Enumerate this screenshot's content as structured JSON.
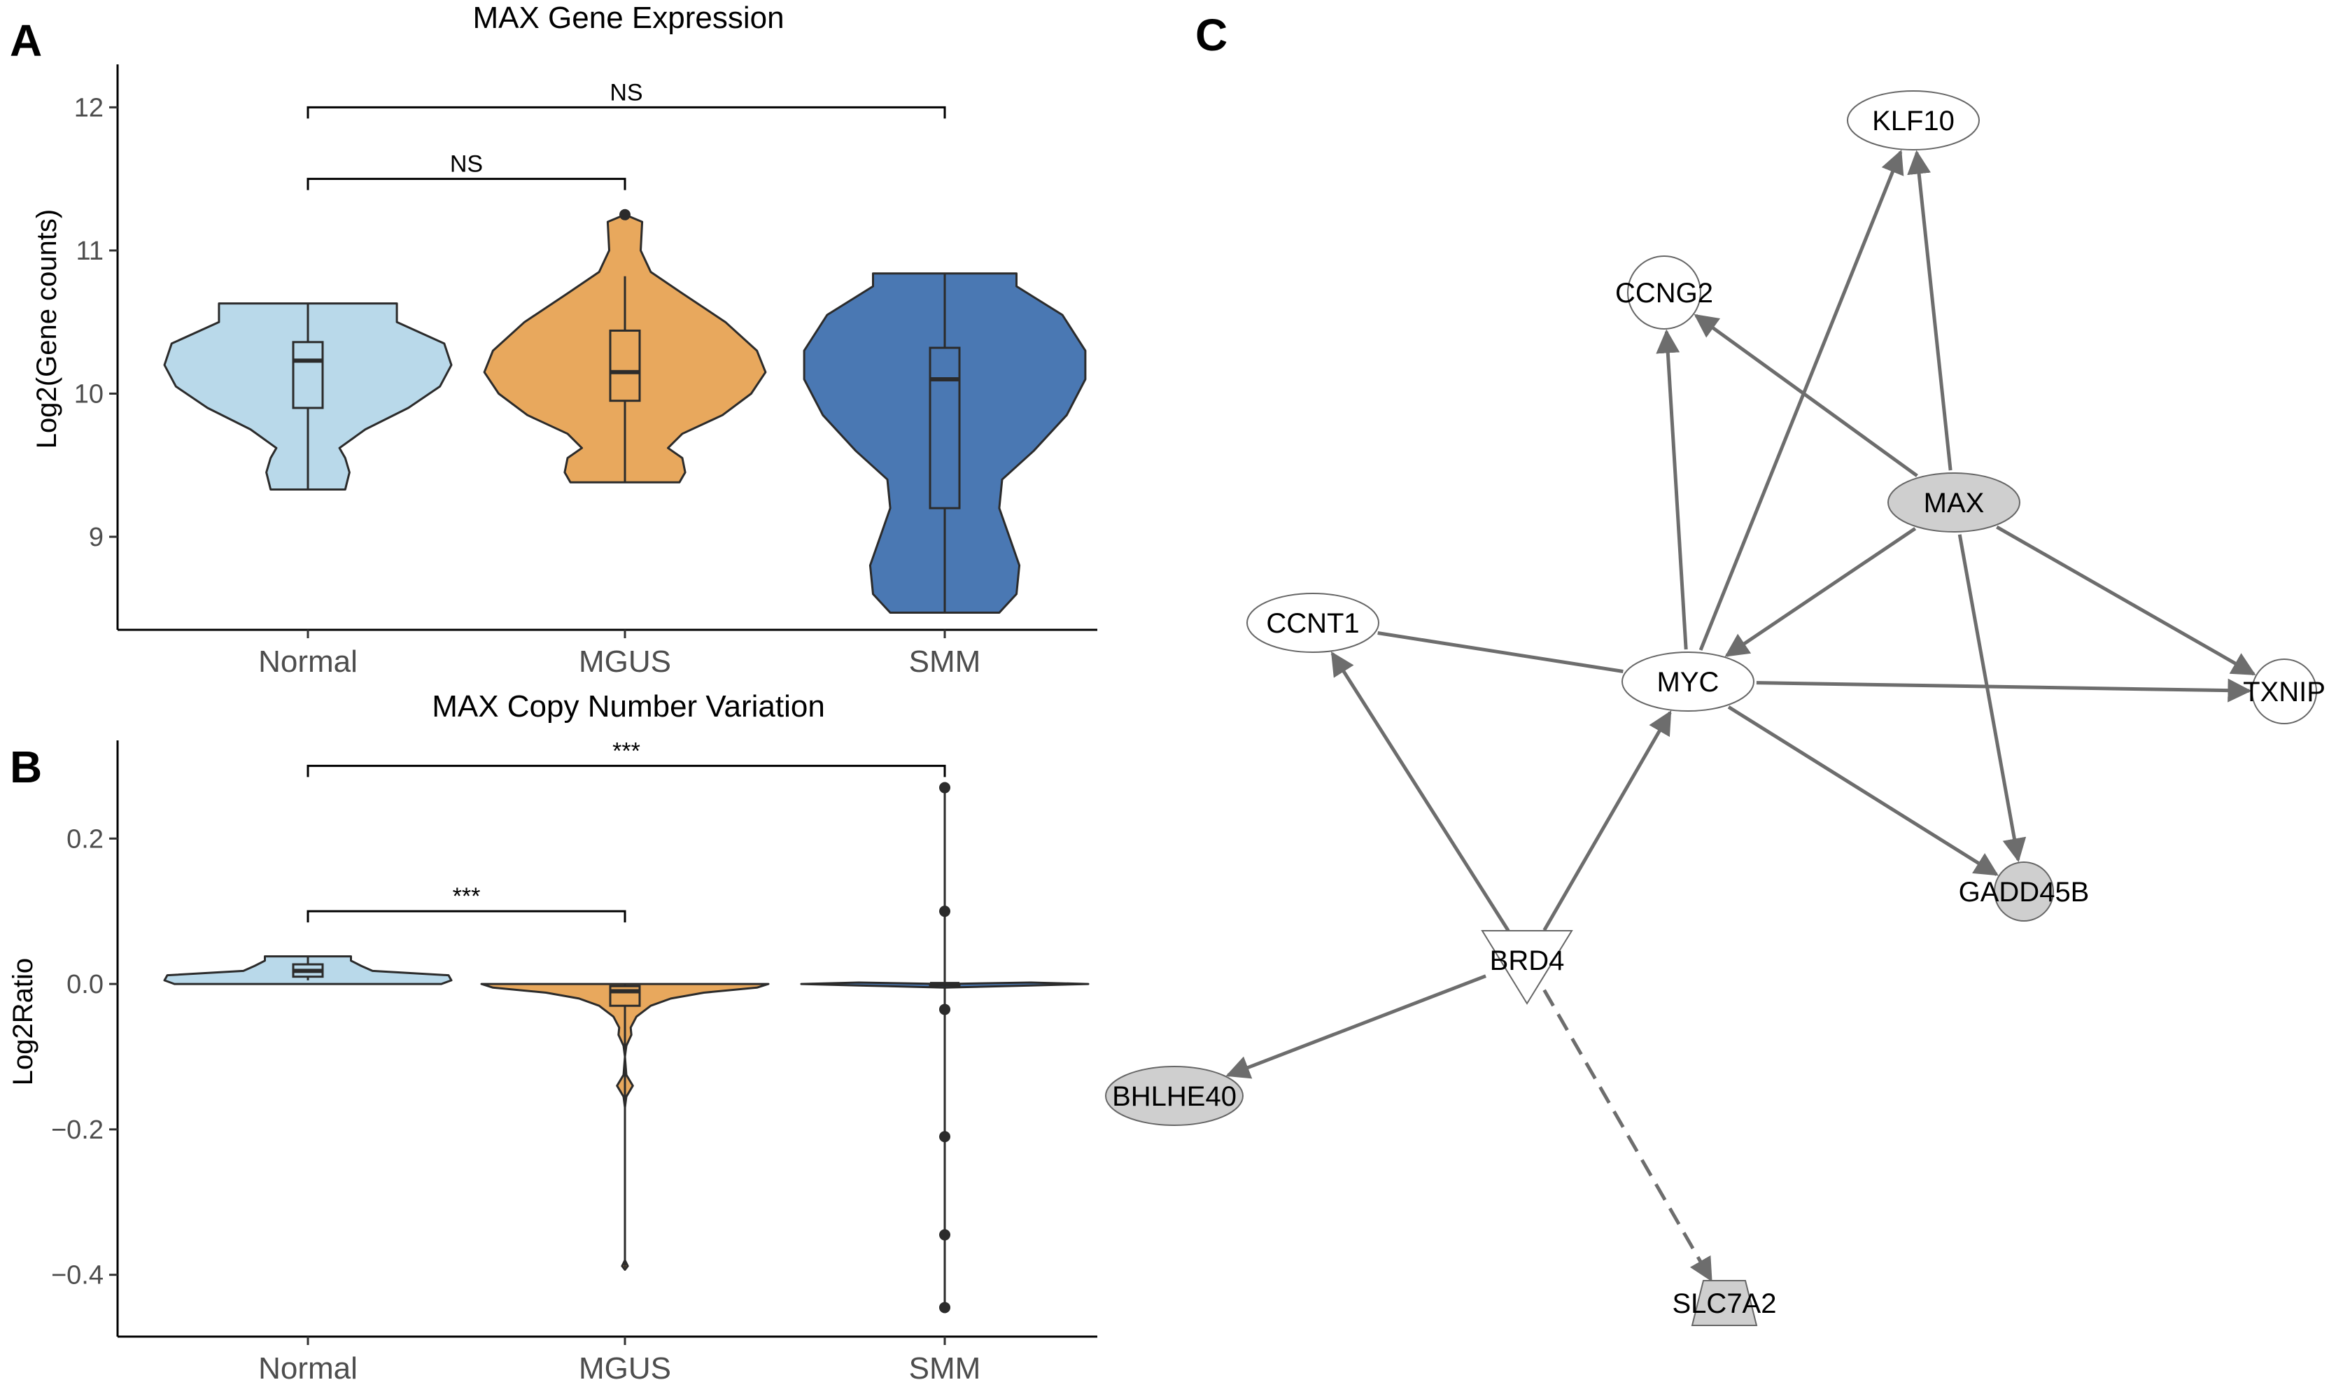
{
  "panels": {
    "a": "A",
    "b": "B",
    "c": "C"
  },
  "colors": {
    "normal": "#b9d9ea",
    "mgus": "#e8a85d",
    "smm": "#4a78b3",
    "edge": "#6d6d6d",
    "node_gray": "#cfcfcf"
  },
  "chart_data": [
    {
      "type": "violin",
      "title": "MAX Gene Expression",
      "ylabel": "Log2(Gene counts)",
      "xlabel": "",
      "categories": [
        "Normal",
        "MGUS",
        "SMM"
      ],
      "ylim": [
        8.35,
        12.3
      ],
      "yticks": [
        "9",
        "10",
        "11",
        "12"
      ],
      "ytick_values": [
        9,
        10,
        11,
        12
      ],
      "series": [
        {
          "category": "Normal",
          "min": 9.33,
          "q1": 9.9,
          "median": 10.23,
          "q3": 10.36,
          "max": 10.63,
          "density": [
            [
              9.33,
              0.26
            ],
            [
              9.45,
              0.29
            ],
            [
              9.55,
              0.26
            ],
            [
              9.62,
              0.22
            ],
            [
              9.75,
              0.4
            ],
            [
              9.9,
              0.7
            ],
            [
              10.05,
              0.92
            ],
            [
              10.2,
              1.0
            ],
            [
              10.35,
              0.95
            ],
            [
              10.5,
              0.62
            ],
            [
              10.63,
              0.62
            ]
          ],
          "outliers": []
        },
        {
          "category": "MGUS",
          "min": 9.38,
          "q1": 9.95,
          "median": 10.15,
          "q3": 10.44,
          "max": 10.82,
          "density": [
            [
              9.38,
              0.38
            ],
            [
              9.45,
              0.42
            ],
            [
              9.55,
              0.4
            ],
            [
              9.62,
              0.3
            ],
            [
              9.72,
              0.4
            ],
            [
              9.85,
              0.68
            ],
            [
              10.0,
              0.88
            ],
            [
              10.15,
              0.98
            ],
            [
              10.3,
              0.92
            ],
            [
              10.5,
              0.7
            ],
            [
              10.7,
              0.4
            ],
            [
              10.85,
              0.18
            ],
            [
              11.0,
              0.11
            ],
            [
              11.2,
              0.12
            ],
            [
              11.25,
              0.0
            ]
          ],
          "outliers": [
            11.25
          ]
        },
        {
          "category": "SMM",
          "min": 8.47,
          "q1": 9.2,
          "median": 10.1,
          "q3": 10.32,
          "max": 10.84,
          "density": [
            [
              8.47,
              0.38
            ],
            [
              8.6,
              0.5
            ],
            [
              8.8,
              0.52
            ],
            [
              9.0,
              0.45
            ],
            [
              9.2,
              0.38
            ],
            [
              9.4,
              0.4
            ],
            [
              9.6,
              0.62
            ],
            [
              9.85,
              0.85
            ],
            [
              10.1,
              0.98
            ],
            [
              10.3,
              0.98
            ],
            [
              10.55,
              0.82
            ],
            [
              10.75,
              0.5
            ],
            [
              10.84,
              0.5
            ]
          ],
          "outliers": []
        }
      ],
      "comparisons": [
        {
          "from": "Normal",
          "to": "MGUS",
          "label": "NS",
          "y": 11.5
        },
        {
          "from": "Normal",
          "to": "SMM",
          "label": "NS",
          "y": 12.0
        }
      ]
    },
    {
      "type": "violin",
      "title": "MAX Copy Number Variation",
      "ylabel": "Log2Ratio",
      "xlabel": "",
      "categories": [
        "Normal",
        "MGUS",
        "SMM"
      ],
      "ylim": [
        -0.485,
        0.335
      ],
      "yticks": [
        "0.2",
        "0.0",
        "−0.2",
        "−0.4"
      ],
      "ytick_values": [
        0.2,
        0.0,
        -0.2,
        -0.4
      ],
      "series": [
        {
          "category": "Normal",
          "min": 0.005,
          "q1": 0.01,
          "median": 0.018,
          "q3": 0.027,
          "max": 0.038,
          "density": [
            [
              0.0,
              0.93
            ],
            [
              0.005,
              1.0
            ],
            [
              0.012,
              0.98
            ],
            [
              0.018,
              0.45
            ],
            [
              0.025,
              0.37
            ],
            [
              0.032,
              0.3
            ],
            [
              0.038,
              0.3
            ]
          ],
          "outliers": []
        },
        {
          "category": "MGUS",
          "min": -0.39,
          "q1": -0.03,
          "median": -0.01,
          "q3": -0.003,
          "max": 0.0,
          "density": [
            [
              0.0,
              1.0
            ],
            [
              -0.005,
              0.92
            ],
            [
              -0.012,
              0.55
            ],
            [
              -0.02,
              0.32
            ],
            [
              -0.03,
              0.18
            ],
            [
              -0.045,
              0.08
            ],
            [
              -0.06,
              0.04
            ],
            [
              -0.07,
              0.045
            ],
            [
              -0.085,
              0.01
            ],
            [
              -0.1,
              0.0
            ],
            [
              -0.125,
              0.01
            ],
            [
              -0.14,
              0.055
            ],
            [
              -0.155,
              0.01
            ],
            [
              -0.17,
              0.0
            ],
            [
              -0.38,
              0.0
            ],
            [
              -0.388,
              0.02
            ],
            [
              -0.393,
              0.0
            ]
          ],
          "outliers": []
        },
        {
          "category": "SMM",
          "min": -0.445,
          "q1": 0.0,
          "median": 0.0,
          "q3": 0.0,
          "max": 0.27,
          "density": [
            [
              0.27,
              0.0
            ],
            [
              0.0,
              0.0
            ],
            [
              0.002,
              0.6
            ],
            [
              0.0,
              1.0
            ],
            [
              -0.002,
              0.6
            ],
            [
              -0.005,
              0.0
            ],
            [
              -0.445,
              0.0
            ]
          ],
          "outliers": [
            0.27,
            0.1,
            -0.035,
            -0.21,
            -0.345,
            -0.445
          ]
        }
      ],
      "comparisons": [
        {
          "from": "Normal",
          "to": "MGUS",
          "label": "***",
          "y": 0.1
        },
        {
          "from": "Normal",
          "to": "SMM",
          "label": "***",
          "y": 0.3
        }
      ]
    }
  ],
  "network": {
    "nodes": [
      {
        "id": "KLF10",
        "label": "KLF10",
        "shape": "ellipse",
        "fill": "#ffffff"
      },
      {
        "id": "CCNG2",
        "label": "CCNG2",
        "shape": "circle",
        "fill": "#ffffff"
      },
      {
        "id": "MAX",
        "label": "MAX",
        "shape": "ellipse",
        "fill": "#cfcfcf"
      },
      {
        "id": "CCNT1",
        "label": "CCNT1",
        "shape": "ellipse",
        "fill": "#ffffff"
      },
      {
        "id": "MYC",
        "label": "MYC",
        "shape": "ellipse",
        "fill": "#ffffff"
      },
      {
        "id": "TXNIP",
        "label": "TXNIP",
        "shape": "circle",
        "fill": "#ffffff"
      },
      {
        "id": "GADD45B",
        "label": "GADD45B",
        "shape": "circle",
        "fill": "#cfcfcf"
      },
      {
        "id": "BRD4",
        "label": "BRD4",
        "shape": "triangle-down",
        "fill": "#ffffff"
      },
      {
        "id": "BHLHE40",
        "label": "BHLHE40",
        "shape": "ellipse",
        "fill": "#cfcfcf"
      },
      {
        "id": "SLC7A2",
        "label": "SLC7A2",
        "shape": "trapezoid",
        "fill": "#cfcfcf"
      }
    ],
    "edges": [
      {
        "from": "MAX",
        "to": "KLF10",
        "style": "solid",
        "arrow": true
      },
      {
        "from": "MYC",
        "to": "KLF10",
        "style": "solid",
        "arrow": true
      },
      {
        "from": "MAX",
        "to": "CCNG2",
        "style": "solid",
        "arrow": true
      },
      {
        "from": "MYC",
        "to": "CCNG2",
        "style": "solid",
        "arrow": true
      },
      {
        "from": "MAX",
        "to": "MYC",
        "style": "solid",
        "arrow": true
      },
      {
        "from": "MAX",
        "to": "TXNIP",
        "style": "solid",
        "arrow": true
      },
      {
        "from": "MAX",
        "to": "GADD45B",
        "style": "solid",
        "arrow": true
      },
      {
        "from": "MYC",
        "to": "TXNIP",
        "style": "solid",
        "arrow": true
      },
      {
        "from": "MYC",
        "to": "GADD45B",
        "style": "solid",
        "arrow": true
      },
      {
        "from": "MYC",
        "to": "CCNT1",
        "style": "solid",
        "arrow": false
      },
      {
        "from": "BRD4",
        "to": "CCNT1",
        "style": "solid",
        "arrow": true
      },
      {
        "from": "BRD4",
        "to": "MYC",
        "style": "solid",
        "arrow": true
      },
      {
        "from": "BRD4",
        "to": "BHLHE40",
        "style": "solid",
        "arrow": true
      },
      {
        "from": "BRD4",
        "to": "SLC7A2",
        "style": "dashed",
        "arrow": true
      }
    ]
  }
}
